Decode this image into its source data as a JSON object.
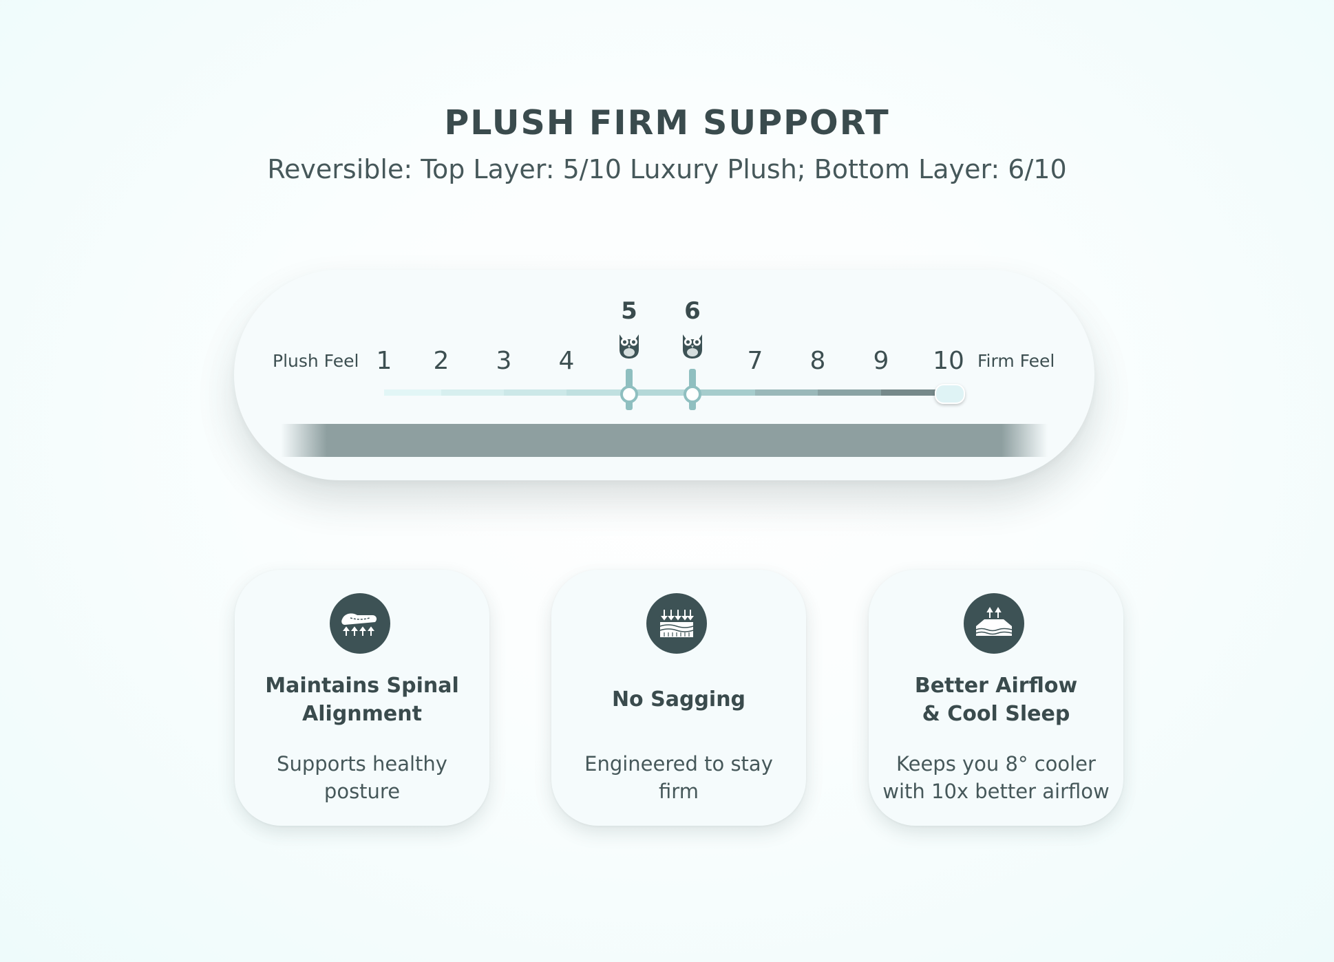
{
  "header": {
    "title": "PLUSH FIRM SUPPORT",
    "subtitle": "Reversible: Top Layer: 5/10 Luxury Plush; Bottom Layer: 6/10"
  },
  "scale": {
    "left_label": "Plush Feel",
    "right_label": "Firm Feel",
    "numbers": [
      "1",
      "2",
      "3",
      "4",
      "7",
      "8",
      "9",
      "10"
    ],
    "markers": [
      {
        "label": "5",
        "value": 5,
        "icon": "owl-icon"
      },
      {
        "label": "6",
        "value": 6,
        "icon": "owl-icon"
      }
    ],
    "range": [
      1,
      10
    ],
    "colors": {
      "track_start": "#dff6f6",
      "track_end": "#6f8687",
      "marker": "#8fbfc0",
      "base_bar": "#8e9fa0"
    }
  },
  "features": [
    {
      "icon": "spine-alignment-icon",
      "title_lines": [
        "Maintains Spinal",
        "Alignment"
      ],
      "desc_lines": [
        "Supports healthy",
        "posture"
      ]
    },
    {
      "icon": "pressure-layers-icon",
      "title_lines": [
        "No Sagging"
      ],
      "desc_lines": [
        "Engineered to stay",
        "firm"
      ]
    },
    {
      "icon": "airflow-mattress-icon",
      "title_lines": [
        "Better Airflow",
        "& Cool Sleep"
      ],
      "desc_lines": [
        "Keeps you 8° cooler",
        "with 10x better airflow"
      ]
    }
  ],
  "colors": {
    "text_dark": "#3a4b4d",
    "icon_bg": "#3d5255"
  }
}
